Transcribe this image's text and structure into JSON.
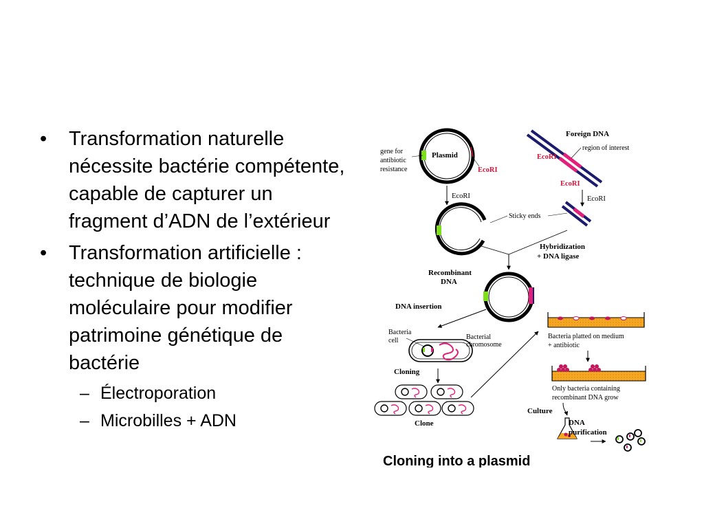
{
  "bullets": [
    {
      "text": "Transformation naturelle nécessite bactérie compétente, capable de capturer un fragment d’ADN de l’extérieur",
      "sub": []
    },
    {
      "text": "Transformation artificielle : technique de biologie moléculaire pour modifier patrimoine génétique de bactérie",
      "sub": [
        "Électroporation",
        "Microbilles + ADN"
      ]
    }
  ],
  "diagram": {
    "plasmid": "Plasmid",
    "foreign_dna": "Foreign DNA",
    "gene_resistance": [
      "gene for",
      "antibiotic",
      "resistance"
    ],
    "region_of_interest": "region of interest",
    "ecori": "EcoRI",
    "sticky_ends": "Sticky ends",
    "hybridization": [
      "Hybridization",
      "+ DNA ligase"
    ],
    "recombinant": [
      "Recombinant",
      "DNA"
    ],
    "dna_insertion": "DNA insertion",
    "bacteria_cell": [
      "Bacteria",
      "cell"
    ],
    "bacterial_chromosome": [
      "Bacterial",
      "chromosome"
    ],
    "cloning": "Cloning",
    "clone": "Clone",
    "plated": [
      "Bacteria platted on medium",
      "+ antibiotic"
    ],
    "only_recombinant": [
      "Only bacteria containing",
      "recombinant DNA grow"
    ],
    "culture": "Culture",
    "dna_purification": [
      "DNA",
      "purification"
    ],
    "caption": "Cloning into a plasmid"
  },
  "colors": {
    "dna_magenta": "#e0207a",
    "dna_navy": "#1c1c6e",
    "green_marker": "#7ee01a",
    "ecori_red": "#d4143a",
    "medium_orange": "#f5a623",
    "colony_magenta": "#c2185b"
  }
}
